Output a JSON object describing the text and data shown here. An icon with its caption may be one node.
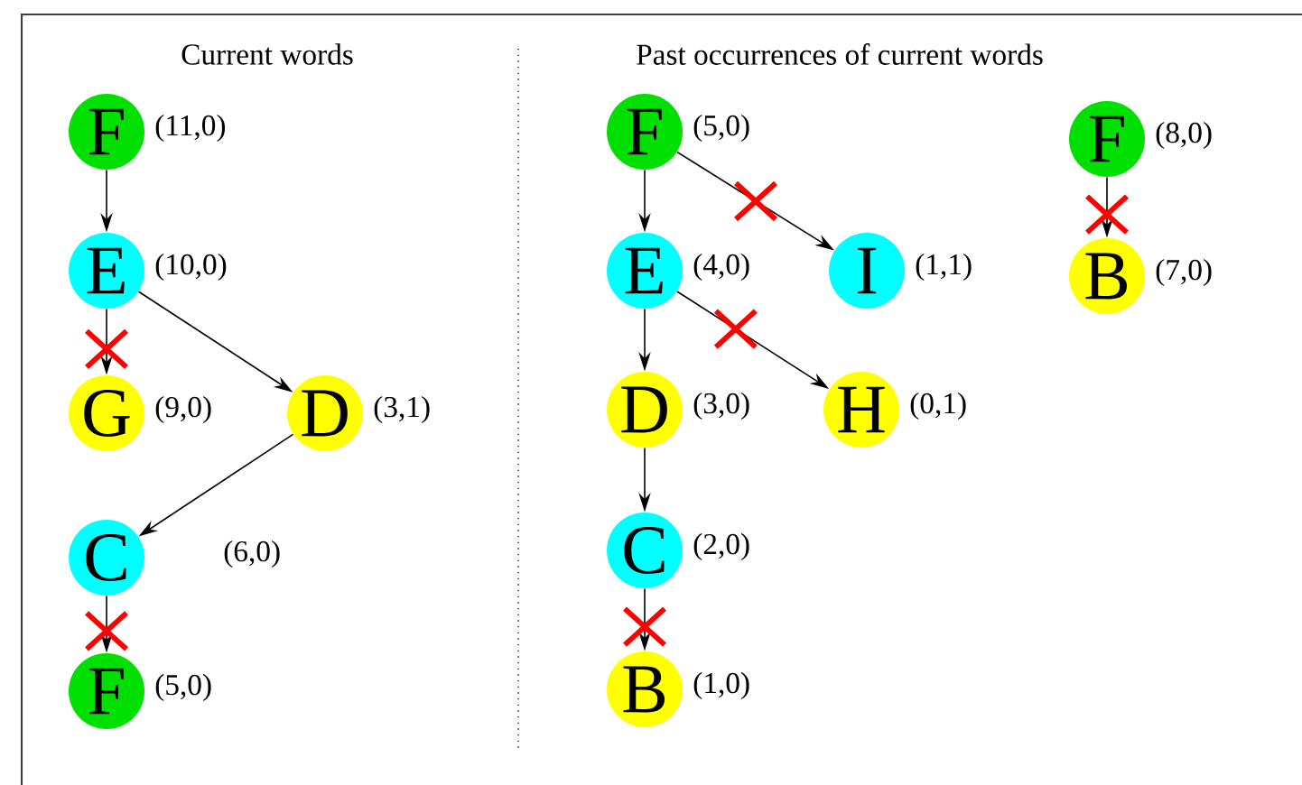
{
  "diagram": {
    "nodes": [
      {
        "text": [
          "F"
        ],
        "beside": [
          "(11,0)"
        ]
      },
      {
        "text": [
          "E"
        ],
        "beside": [
          "(10,0)"
        ]
      },
      {
        "text": [
          "G"
        ],
        "beside": [
          "(9,0)"
        ]
      },
      {
        "text": [
          "D"
        ],
        "beside": [
          "(3,1)"
        ]
      },
      {
        "text": [
          "C"
        ],
        "beside": [
          "(6,0)"
        ]
      },
      {
        "text": [
          "F"
        ],
        "beside": [
          "(5,0)"
        ]
      },
      {
        "text": [
          "F"
        ],
        "beside": [
          "(5,0)"
        ]
      },
      {
        "text": [
          "E"
        ],
        "beside": [
          "(4,0)"
        ]
      },
      {
        "text": [
          "I"
        ],
        "beside": [
          "(1,1)"
        ]
      },
      {
        "text": [
          "D"
        ],
        "beside": [
          "(3,0)"
        ]
      },
      {
        "text": [
          "H"
        ],
        "beside": [
          "(0,1)"
        ]
      },
      {
        "text": [
          "C"
        ],
        "beside": [
          "(2,0)"
        ]
      },
      {
        "text": [
          "B"
        ],
        "beside": [
          "(1,0)"
        ]
      },
      {
        "text": [
          "F"
        ],
        "beside": [
          "(8,0)"
        ]
      },
      {
        "text": [
          "B"
        ],
        "beside": [
          "(7,0)"
        ]
      }
    ],
    "edges": [
      {
        "from": 0,
        "to": 1,
        "arrow": "to"
      },
      {
        "from": 1,
        "to": 2,
        "arrow": "to"
      },
      {
        "from": 1,
        "to": 3,
        "arrow": "to"
      },
      {
        "from": 3,
        "to": 4,
        "arrow": "to"
      },
      {
        "from": 4,
        "to": 5,
        "arrow": "to"
      },
      {
        "from": 6,
        "to": 7,
        "arrow": "to"
      },
      {
        "from": 6,
        "to": 8,
        "arrow": "to"
      },
      {
        "from": 7,
        "to": 9,
        "arrow": "to"
      },
      {
        "from": 7,
        "to": 10,
        "arrow": "to"
      },
      {
        "from": 9,
        "to": 11,
        "arrow": "to"
      },
      {
        "from": 11,
        "to": 12,
        "arrow": "to"
      },
      {
        "from": 13,
        "to": 14,
        "arrow": "to"
      }
    ],
    "labels": [
      "Current words",
      "Past occurrences of current words"
    ]
  }
}
